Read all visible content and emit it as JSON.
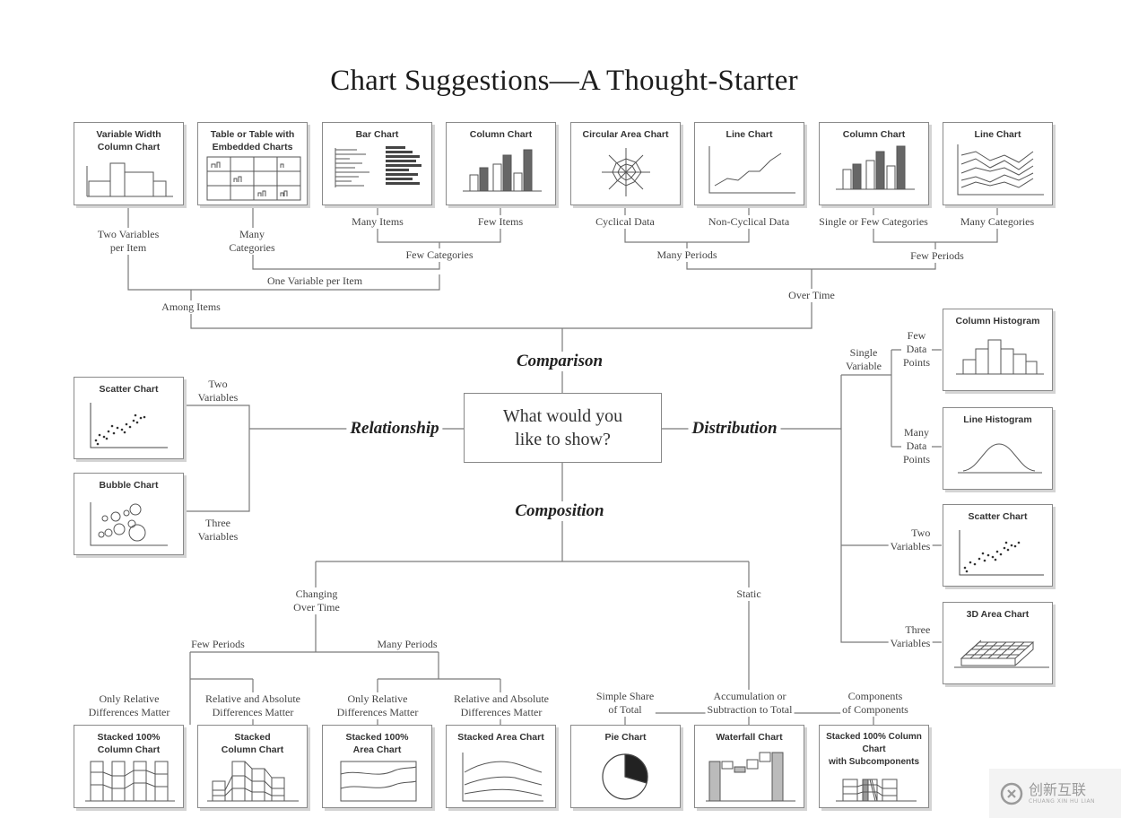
{
  "title": "Chart Suggestions—A Thought-Starter",
  "center_question": "What would you\nlike to show?",
  "categories": {
    "comparison": "Comparison",
    "relationship": "Relationship",
    "distribution": "Distribution",
    "composition": "Composition"
  },
  "cards": {
    "variable_width_column": "Variable Width\nColumn Chart",
    "table_embedded": "Table or Table with\nEmbedded Charts",
    "bar_chart": "Bar Chart",
    "column_chart_few_items": "Column Chart",
    "circular_area": "Circular Area Chart",
    "line_chart_noncyclical": "Line Chart",
    "column_chart_single": "Column Chart",
    "line_chart_many": "Line Chart",
    "column_histogram": "Column Histogram",
    "line_histogram": "Line Histogram",
    "scatter_distribution": "Scatter Chart",
    "area_3d": "3D Area Chart",
    "scatter_relationship": "Scatter Chart",
    "bubble": "Bubble Chart",
    "stacked_100_column": "Stacked 100%\nColumn Chart",
    "stacked_column": "Stacked\nColumn Chart",
    "stacked_100_area": "Stacked 100%\nArea Chart",
    "stacked_area": "Stacked Area Chart",
    "pie": "Pie Chart",
    "waterfall": "Waterfall Chart",
    "stacked_100_sub": "Stacked 100% Column Chart\nwith Subcomponents"
  },
  "labels": {
    "two_variables_per_item": "Two Variables\nper Item",
    "many_categories_table": "Many\nCategories",
    "many_items": "Many Items",
    "few_items": "Few Items",
    "cyclical_data": "Cyclical Data",
    "non_cyclical_data": "Non-Cyclical Data",
    "single_or_few_categories": "Single or Few Categories",
    "many_categories_line": "Many Categories",
    "few_categories": "Few Categories",
    "many_periods_top": "Many Periods",
    "few_periods_top": "Few Periods",
    "one_variable_per_item": "One Variable per Item",
    "among_items": "Among Items",
    "over_time": "Over Time",
    "single_variable": "Single\nVariable",
    "few_data_points": "Few\nData\nPoints",
    "many_data_points": "Many\nData\nPoints",
    "two_variables_dist": "Two\nVariables",
    "three_variables_dist": "Three\nVariables",
    "two_variables_rel": "Two\nVariables",
    "three_variables_rel": "Three\nVariables",
    "changing_over_time": "Changing\nOver Time",
    "static": "Static",
    "few_periods_bottom": "Few Periods",
    "many_periods_bottom": "Many Periods",
    "only_relative_1": "Only Relative\nDifferences Matter",
    "relative_absolute_1": "Relative and Absolute\nDifferences Matter",
    "only_relative_2": "Only Relative\nDifferences Matter",
    "relative_absolute_2": "Relative and Absolute\nDifferences Matter",
    "simple_share": "Simple Share\nof Total",
    "accumulation": "Accumulation or\nSubtraction to Total",
    "components": "Components\nof Components"
  },
  "watermark": {
    "main": "创新互联",
    "sub": "CHUANG XIN HU LIAN",
    "icon": "cx-logo-icon"
  },
  "colors": {
    "line": "#7a7a7a",
    "card_border": "#8a8a8a",
    "shadow": "#d4d4d4"
  }
}
